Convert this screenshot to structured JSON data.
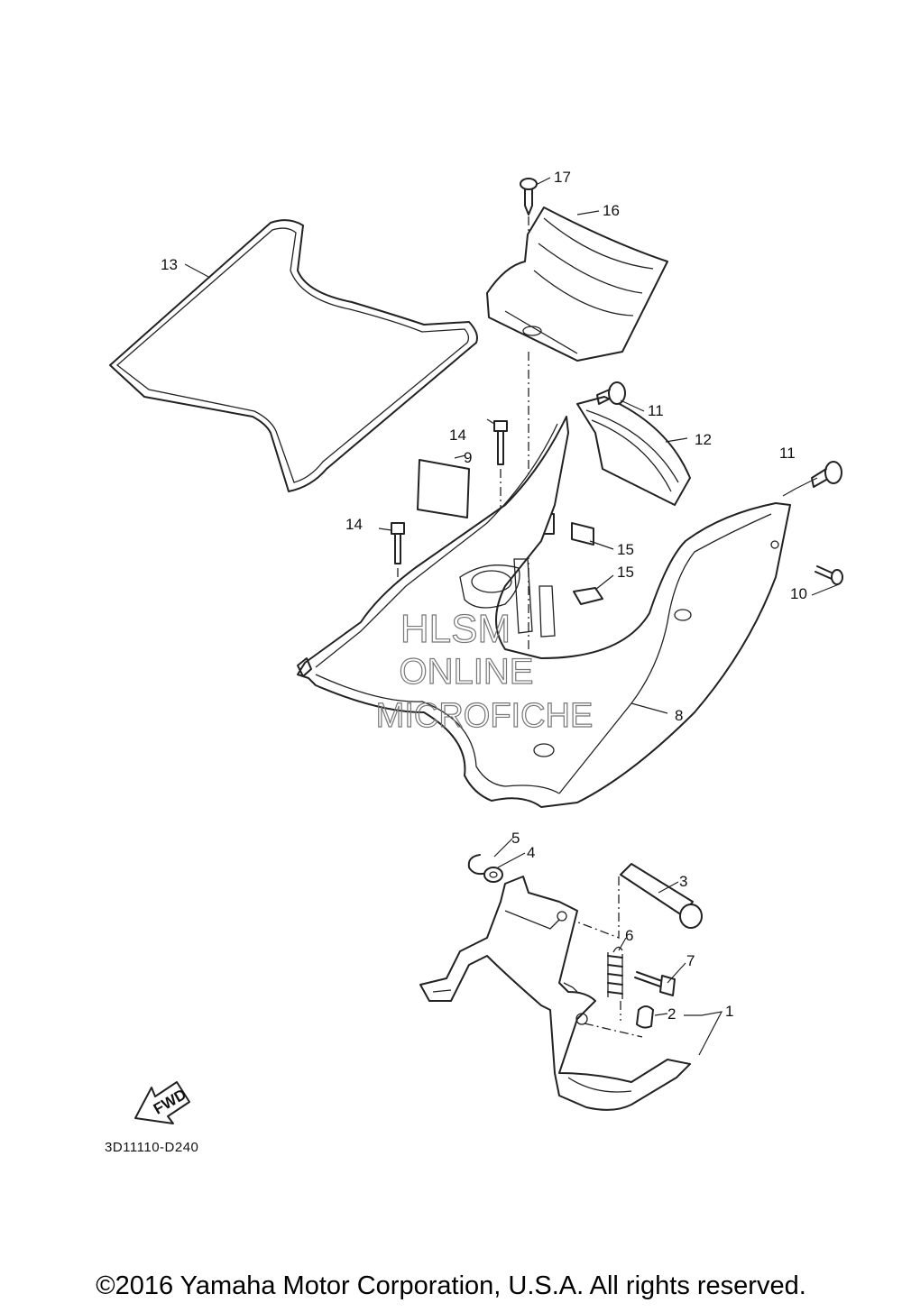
{
  "callouts": [
    {
      "id": "17",
      "label": "17"
    },
    {
      "id": "16",
      "label": "16"
    },
    {
      "id": "13",
      "label": "13"
    },
    {
      "id": "11a",
      "label": "11"
    },
    {
      "id": "11b",
      "label": "11"
    },
    {
      "id": "12",
      "label": "12"
    },
    {
      "id": "14a",
      "label": "14"
    },
    {
      "id": "14b",
      "label": "14"
    },
    {
      "id": "9",
      "label": "9"
    },
    {
      "id": "15a",
      "label": "15"
    },
    {
      "id": "15b",
      "label": "15"
    },
    {
      "id": "10",
      "label": "10"
    },
    {
      "id": "8",
      "label": "8"
    },
    {
      "id": "5",
      "label": "5"
    },
    {
      "id": "4",
      "label": "4"
    },
    {
      "id": "3",
      "label": "3"
    },
    {
      "id": "6",
      "label": "6"
    },
    {
      "id": "7",
      "label": "7"
    },
    {
      "id": "2",
      "label": "2"
    },
    {
      "id": "1",
      "label": "1"
    }
  ],
  "watermark": {
    "line1": "HLSM",
    "line2": "ONLINE",
    "line3": "MICROFICHE"
  },
  "fwd_label": "FWD",
  "diagram_code": "3D11110-D240",
  "copyright": "©2016 Yamaha Motor Corporation, U.S.A. All rights reserved."
}
